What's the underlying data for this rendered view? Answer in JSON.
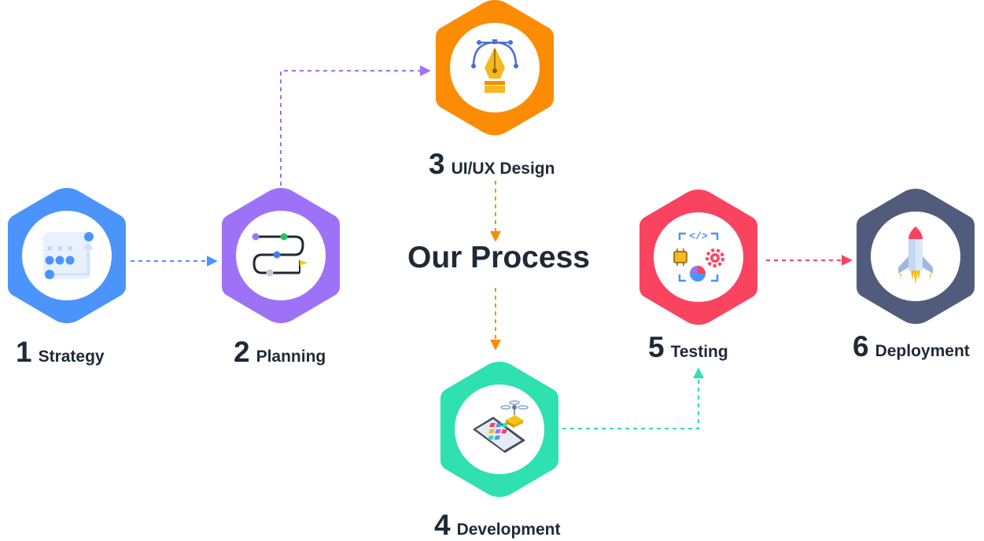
{
  "title": "Our Process",
  "colors": {
    "strategy": "#4a94fb",
    "planning": "#9d72f7",
    "design": "#fb8c04",
    "development": "#2fe0b0",
    "testing": "#f9435f",
    "deployment": "#515c7c",
    "text": "#1e2a36"
  },
  "steps": [
    {
      "number": "1",
      "name": "Strategy",
      "icon": "strategy-play-icon"
    },
    {
      "number": "2",
      "name": "Planning",
      "icon": "roadmap-path-icon"
    },
    {
      "number": "3",
      "name": "UI/UX Design",
      "icon": "pen-tool-icon"
    },
    {
      "number": "4",
      "name": "Development",
      "icon": "mobile-app-icon"
    },
    {
      "number": "5",
      "name": "Testing",
      "icon": "code-testing-icon"
    },
    {
      "number": "6",
      "name": "Deployment",
      "icon": "rocket-icon"
    }
  ]
}
